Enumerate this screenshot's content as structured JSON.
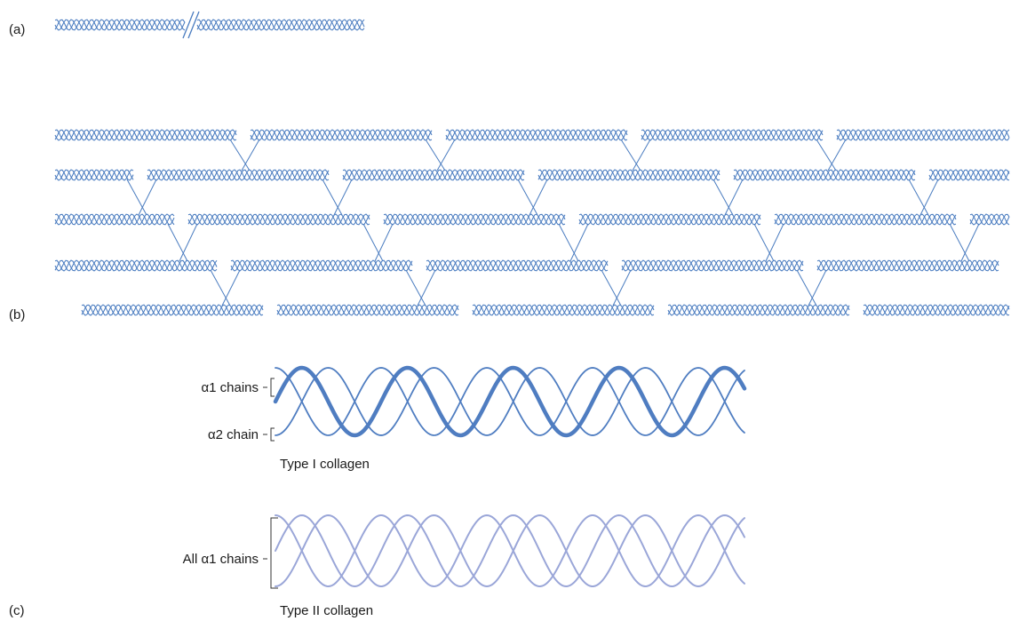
{
  "panel_labels": {
    "a": "(a)",
    "b": "(b)",
    "c": "(c)"
  },
  "type1": {
    "alpha1_label": "α1 chains",
    "alpha2_label": "α2 chain",
    "caption": "Type I collagen"
  },
  "type2": {
    "label": "All α1 chains",
    "caption": "Type II collagen"
  },
  "colors": {
    "fibril": "#4a7cc0",
    "type1": "#4f7dc1",
    "type2": "#9aa6d8",
    "text": "#1a1a1a"
  }
}
